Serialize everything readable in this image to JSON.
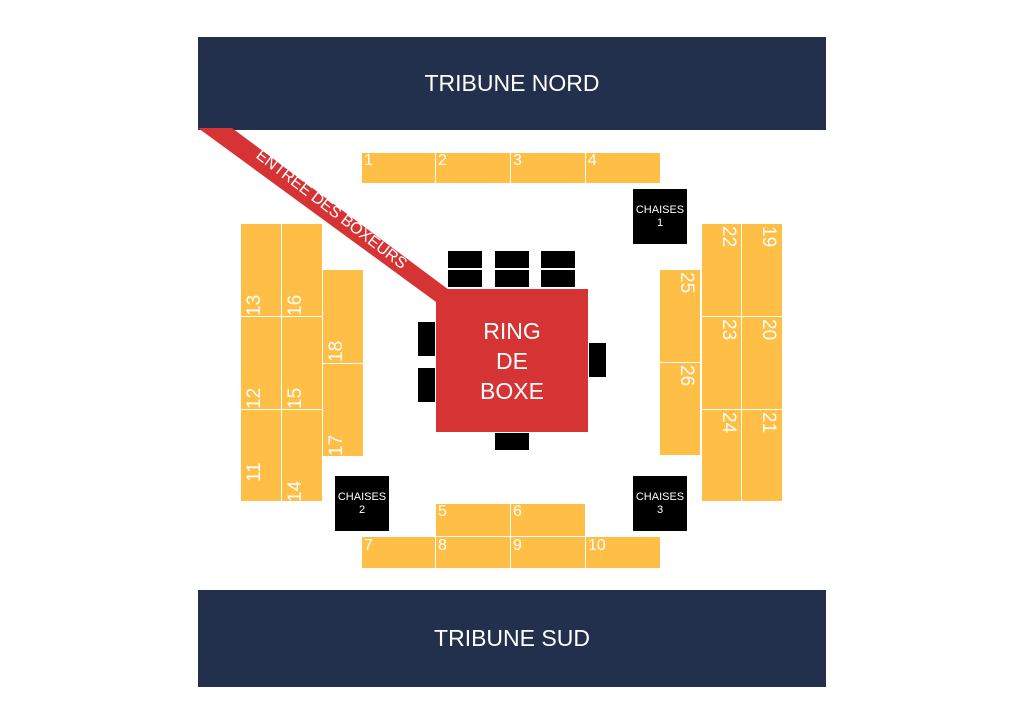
{
  "tribune_nord": "TRIBUNE NORD",
  "tribune_sud": "TRIBUNE SUD",
  "ring": {
    "line1": "RING",
    "line2": "DE",
    "line3": "BOXE"
  },
  "entree_label": "ENTRÉE DES BOXEURS",
  "chaises": [
    {
      "label": "CHAISES",
      "num": "1"
    },
    {
      "label": "CHAISES",
      "num": "2"
    },
    {
      "label": "CHAISES",
      "num": "3"
    }
  ],
  "blocks": [
    "1",
    "2",
    "3",
    "4",
    "5",
    "6",
    "7",
    "8",
    "9",
    "10",
    "11",
    "12",
    "13",
    "14",
    "15",
    "16",
    "17",
    "18",
    "19",
    "20",
    "21",
    "22",
    "23",
    "24",
    "25",
    "26"
  ],
  "colors": {
    "tribune": "#222f4d",
    "seat": "#ffbe45",
    "ring": "#d63334",
    "entry": "#d63334",
    "chairs": "#000000"
  }
}
